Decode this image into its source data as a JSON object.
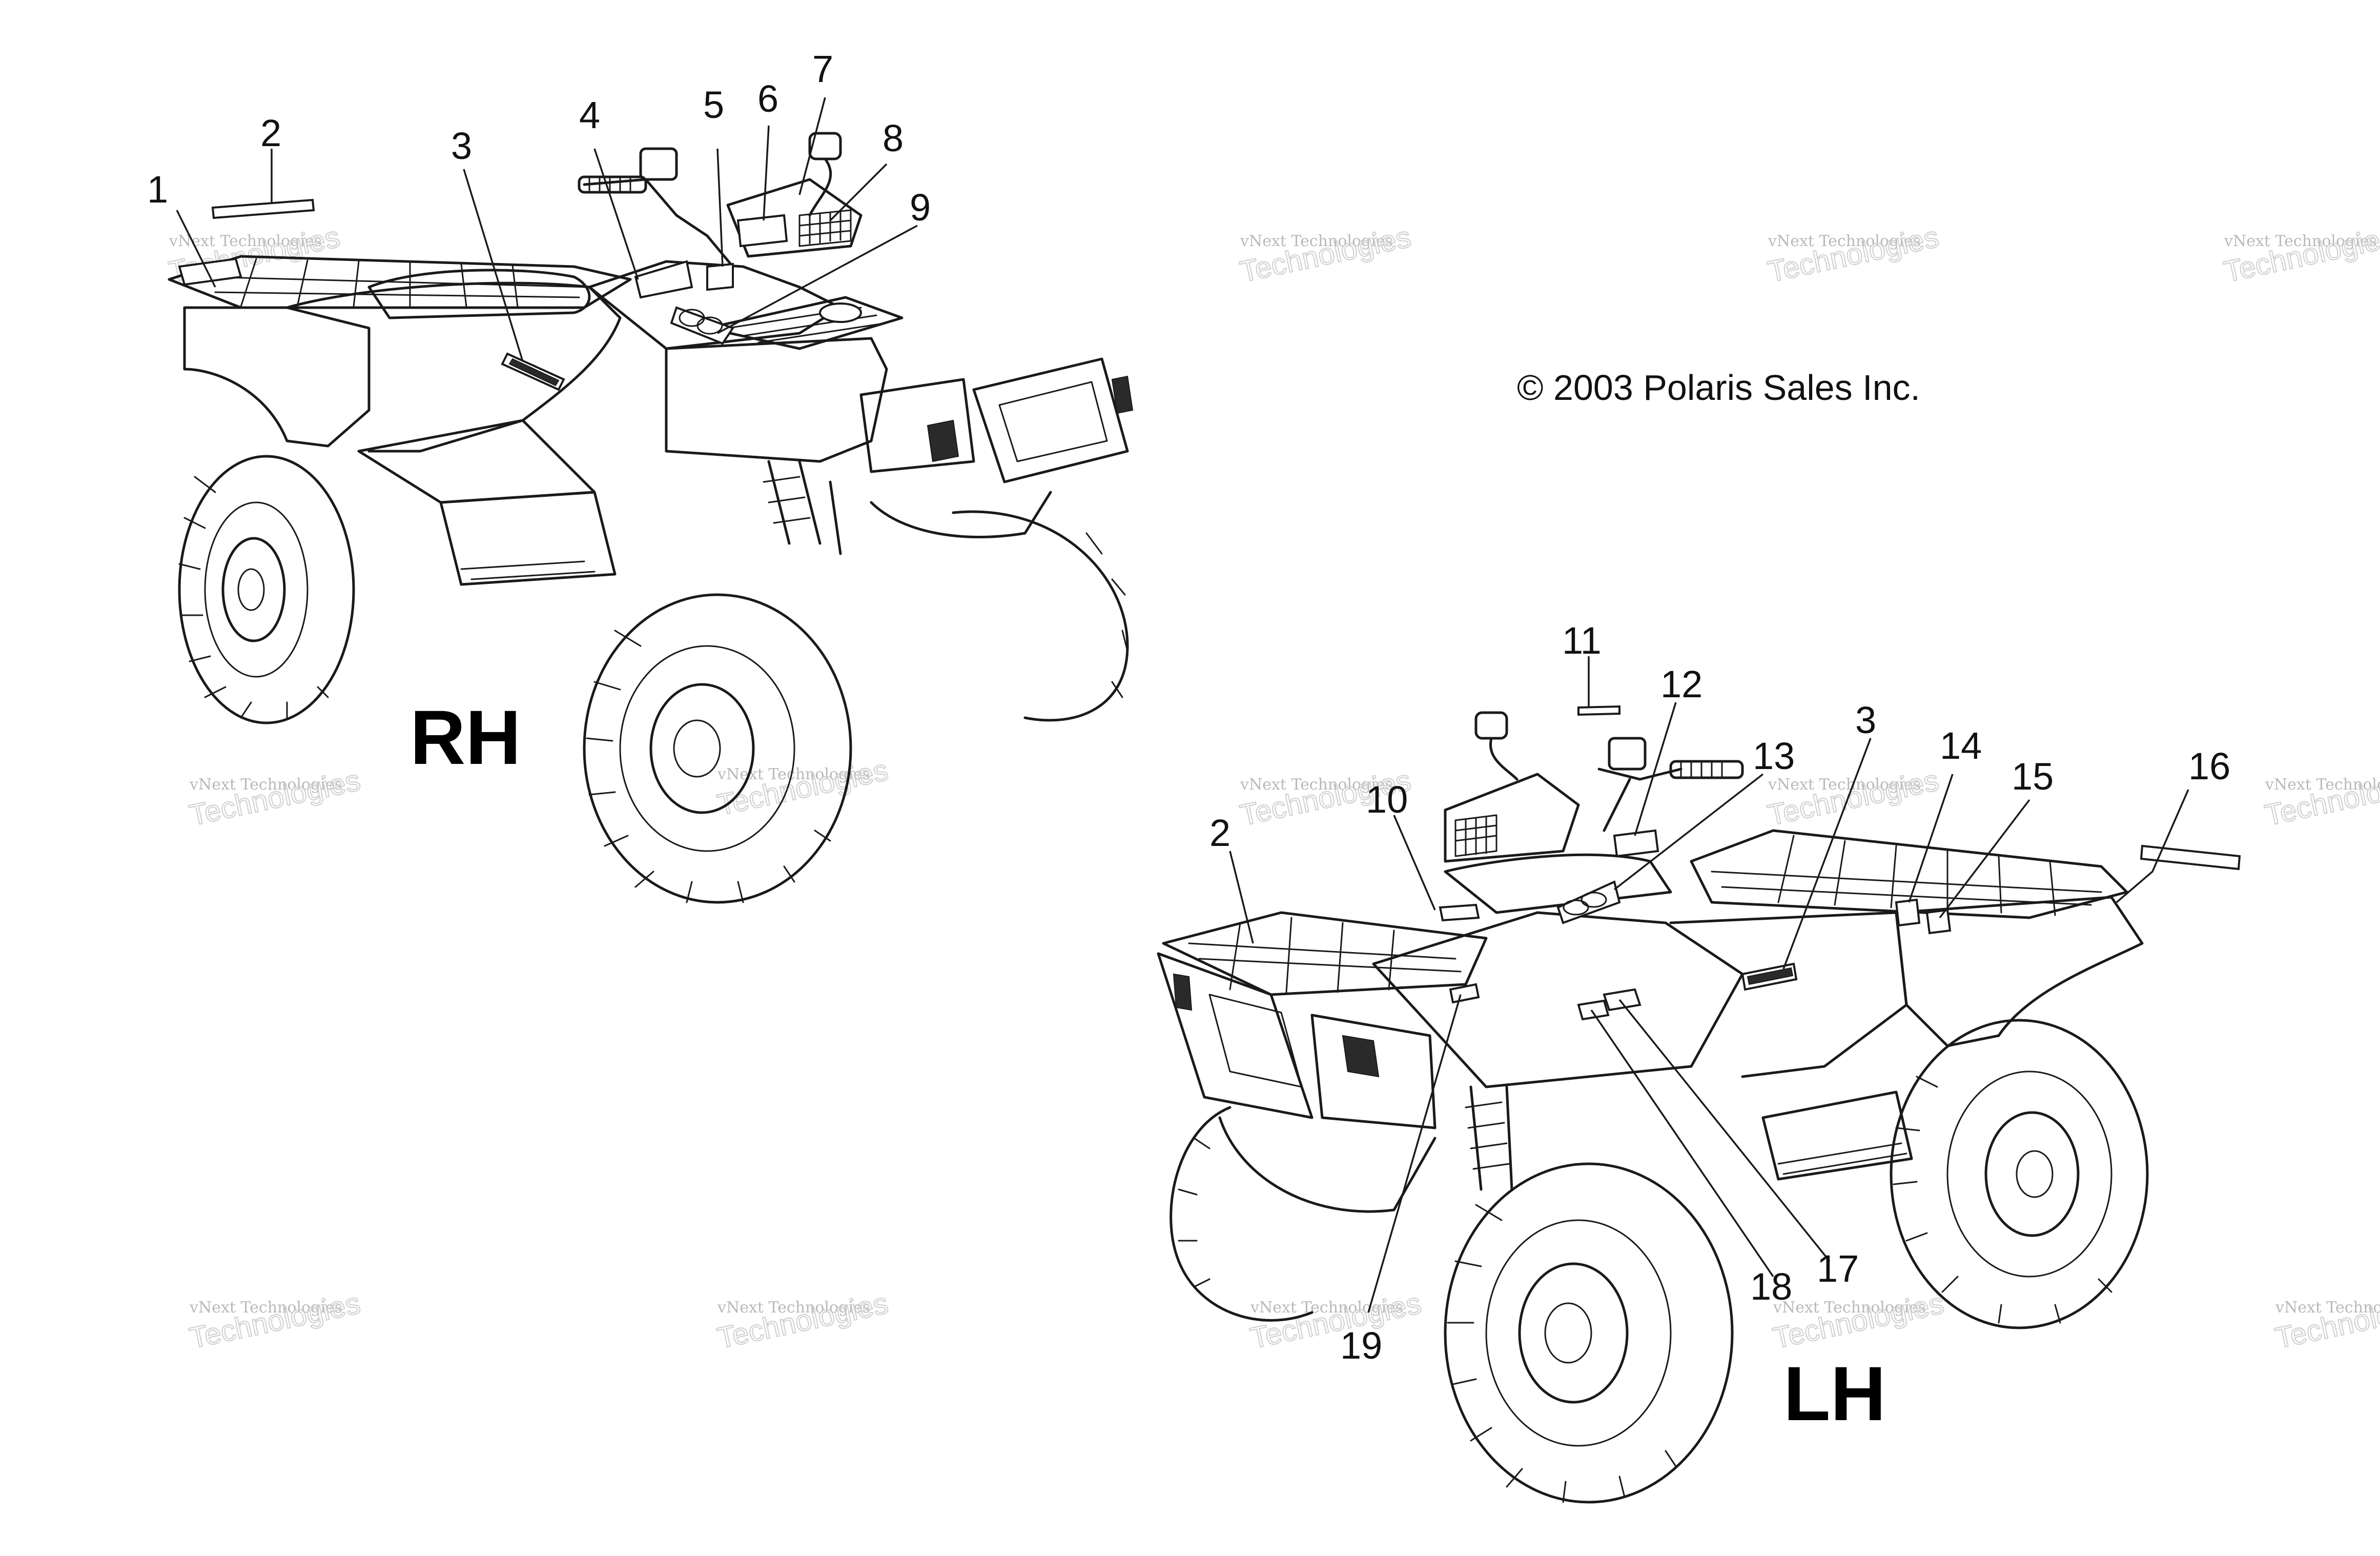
{
  "copyright": "© 2003 Polaris Sales Inc.",
  "views": {
    "rh": {
      "label": "RH"
    },
    "lh": {
      "label": "LH"
    }
  },
  "callouts": {
    "rh": [
      "1",
      "2",
      "3",
      "4",
      "5",
      "6",
      "7",
      "8",
      "9"
    ],
    "lh": [
      "2",
      "10",
      "11",
      "12",
      "13",
      "3",
      "14",
      "15",
      "16",
      "17",
      "18",
      "19"
    ]
  },
  "watermark": {
    "line1": "vNext Technologies",
    "line2": "Technologies"
  }
}
